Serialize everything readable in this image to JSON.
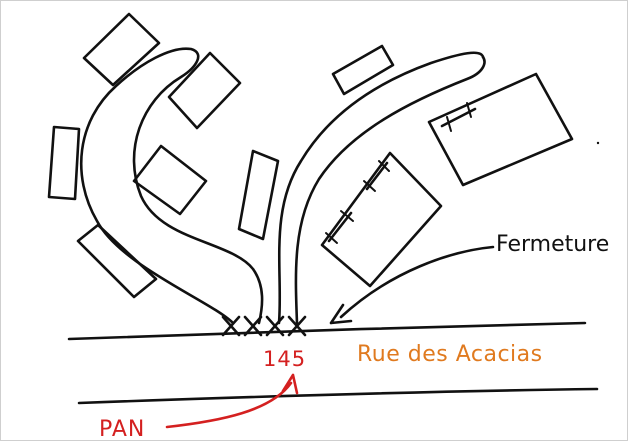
{
  "labels": {
    "street_name": "Rue des Acacias",
    "house_number": "145",
    "fermeture": "Fermeture",
    "pan": "PAN"
  },
  "colors": {
    "ink": "#111111",
    "street_label": "#e07a1f",
    "pan_red": "#d42020",
    "background": "#ffffff"
  }
}
